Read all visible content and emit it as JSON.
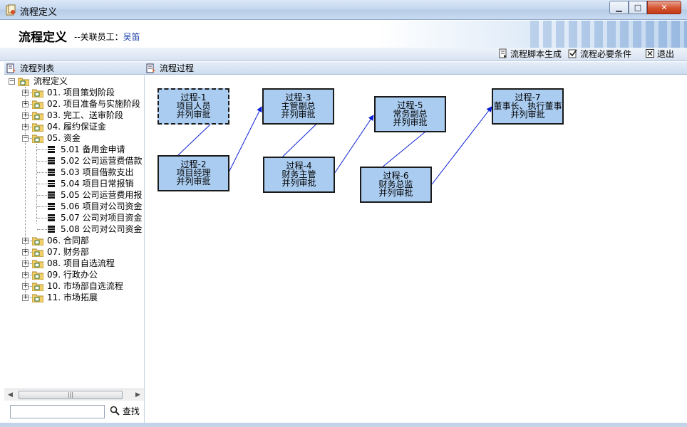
{
  "window": {
    "title": "流程定义"
  },
  "banner": {
    "title": "流程定义",
    "subtitle_prefix": "--关联员工：",
    "employee": "吴笛"
  },
  "toolbar": {
    "script_gen": "流程脚本生成",
    "conditions": "流程必要条件",
    "exit": "退出"
  },
  "left_panel": {
    "title": "流程列表"
  },
  "right_panel": {
    "title": "流程过程"
  },
  "tree": {
    "root": "流程定义",
    "items": [
      {
        "label": "01. 项目策划阶段",
        "expanded": false
      },
      {
        "label": "02. 项目准备与实施阶段",
        "expanded": false
      },
      {
        "label": "03. 完工、送审阶段",
        "expanded": false
      },
      {
        "label": "04. 履约保证金",
        "expanded": false
      },
      {
        "label": "05. 资金",
        "expanded": true,
        "children": [
          "5.01 备用金申请",
          "5.02 公司运营费借款",
          "5.03 项目借款支出",
          "5.04 项目日常报销",
          "5.05 公司运营费用报",
          "5.06 项目对公司资金",
          "5.07 公司对项目资金",
          "5.08 公司对公司资金"
        ]
      },
      {
        "label": "06. 合同部",
        "expanded": false
      },
      {
        "label": "07. 财务部",
        "expanded": false
      },
      {
        "label": "08. 项目自选流程",
        "expanded": false
      },
      {
        "label": "09. 行政办公",
        "expanded": false
      },
      {
        "label": "10. 市场部自选流程",
        "expanded": false
      },
      {
        "label": "11. 市场拓展",
        "expanded": false
      }
    ]
  },
  "search": {
    "value": "",
    "button": "查找"
  },
  "flow": {
    "nodes": [
      {
        "name": "过程-1",
        "role": "项目人员",
        "mode": "并列审批",
        "selected": true
      },
      {
        "name": "过程-2",
        "role": "项目经理",
        "mode": "并列审批",
        "selected": false
      },
      {
        "name": "过程-3",
        "role": "主管副总",
        "mode": "并列审批",
        "selected": false
      },
      {
        "name": "过程-4",
        "role": "财务主管",
        "mode": "并列审批",
        "selected": false
      },
      {
        "name": "过程-5",
        "role": "常务副总",
        "mode": "并列审批",
        "selected": false
      },
      {
        "name": "过程-6",
        "role": "财务总监",
        "mode": "并列审批",
        "selected": false
      },
      {
        "name": "过程-7",
        "role": "董事长、执行董事",
        "mode": "并列审批",
        "selected": false
      }
    ],
    "link_color": "#0a1fd6",
    "node_fill": "#aaccf0"
  }
}
